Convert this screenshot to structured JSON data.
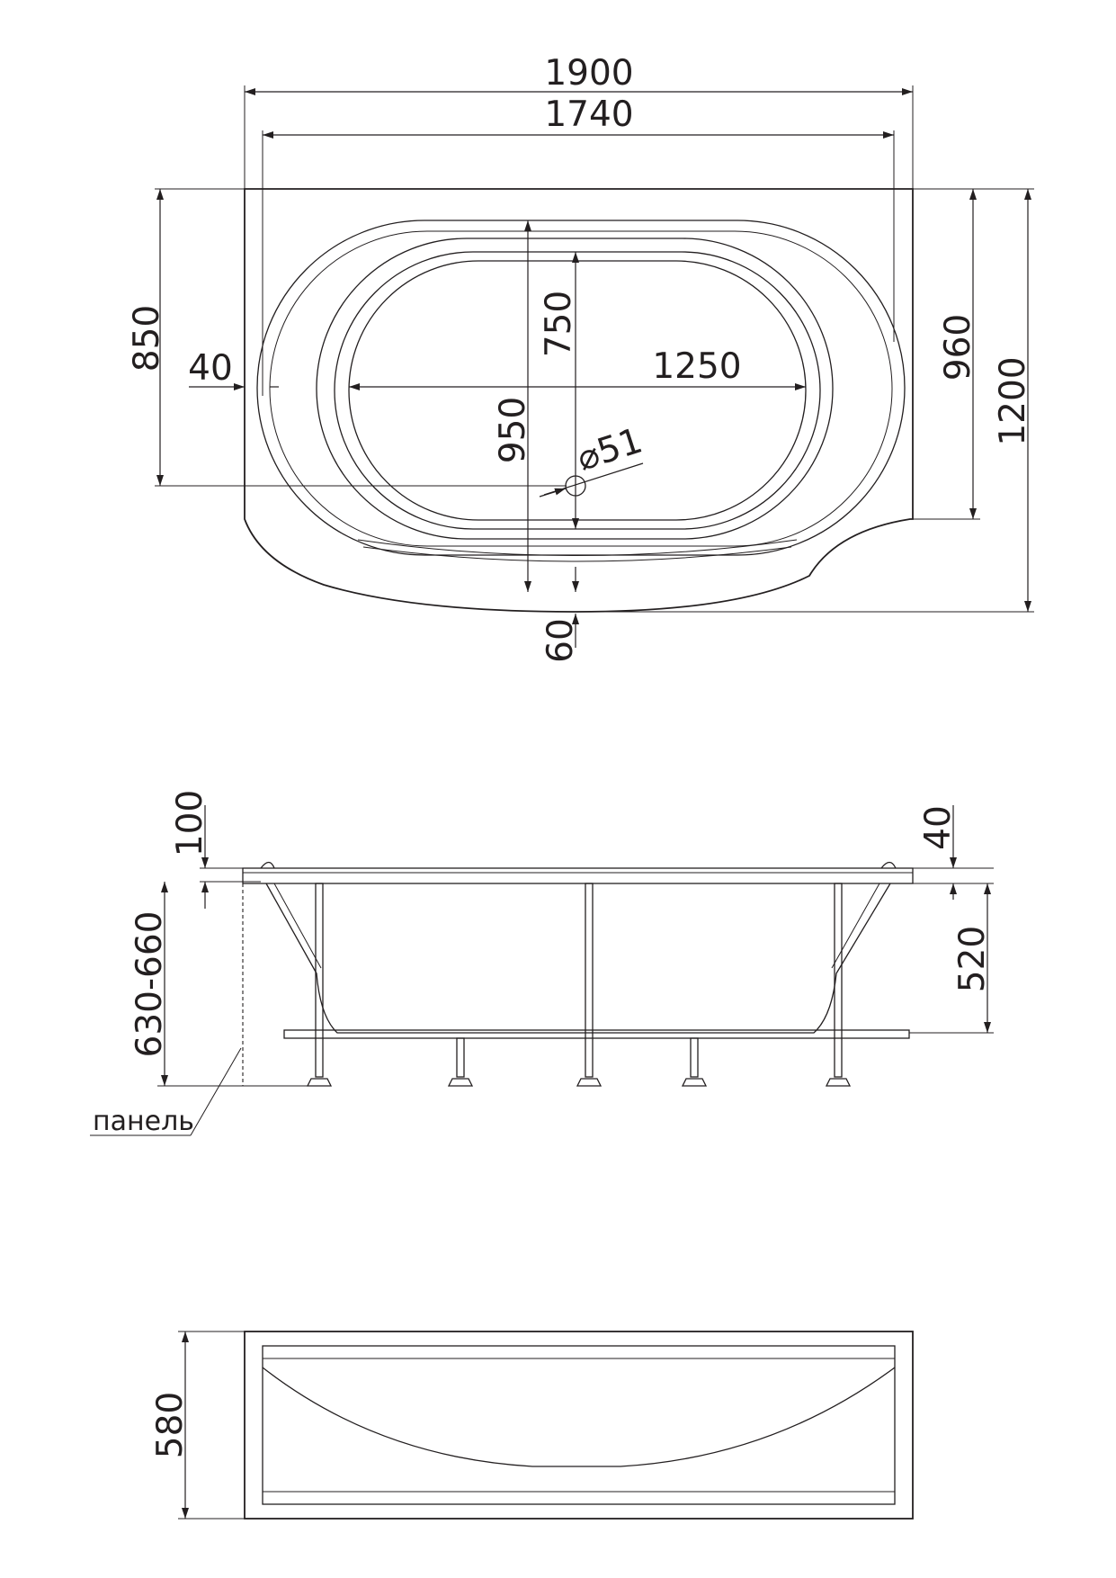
{
  "top_view": {
    "dim_overall_length": "1900",
    "dim_inner_length": "1740",
    "dim_back_depth": "850",
    "dim_rim_offset": "40",
    "dim_bowl_width": "750",
    "dim_bowl_length": "1250",
    "dim_center_to_drain": "950",
    "dim_drain_diameter": "⌀51",
    "dim_side_depth": "960",
    "dim_overall_width": "1200",
    "dim_front_gap": "60"
  },
  "side_view": {
    "dim_rim_height": "100",
    "dim_total_height": "630-660",
    "dim_rim_thickness": "40",
    "dim_bowl_depth": "520",
    "panel_label": "панель"
  },
  "panel_view": {
    "dim_panel_height": "580"
  }
}
